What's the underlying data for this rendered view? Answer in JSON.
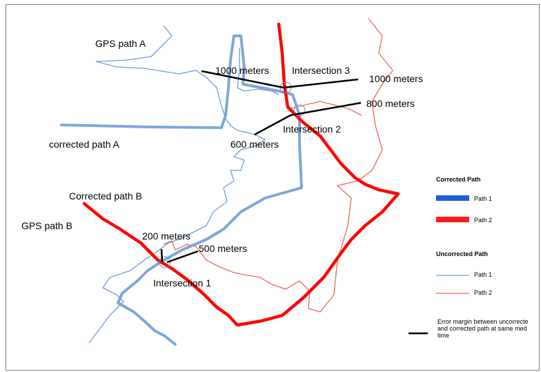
{
  "colors": {
    "corrected_path_1": "#7da7d9",
    "corrected_path_2": "#ff0000",
    "uncorrected_path_1": "#6f9bd8",
    "uncorrected_path_2": "#f0645a",
    "error_margin": "#000000",
    "intersection_marker": "#6f8fb5",
    "legend_path_1_swatch": "#1f5fd6",
    "legend_path_2_swatch": "#ff1a1a"
  },
  "labels": {
    "gps_path_a": "GPS path A",
    "corrected_path_a": "corrected path A",
    "corrected_path_b": "Corrected path B",
    "gps_path_b": "GPS path B",
    "intersection_1": "Intersection 1",
    "intersection_2": "Intersection 2",
    "intersection_3": "Intersection 3"
  },
  "distances": {
    "d1000_left": "1000 meters",
    "d1000_right": "1000 meters",
    "d800": "800 meters",
    "d600": "600 meters",
    "d200": "200 meters",
    "d500": "500 meters"
  },
  "legend": {
    "corrected_title": "Corrected Path",
    "corrected_path_1": "Path 1",
    "corrected_path_2": "Path 2",
    "uncorrected_title": "Uncorrected Path",
    "uncorrected_path_1": "Path 1",
    "uncorrected_path_2": "Path 2",
    "error_margin_line1": "Error margin between uncorrecte",
    "error_margin_line2": "and corrected path at same med",
    "error_margin_line3": "time"
  }
}
